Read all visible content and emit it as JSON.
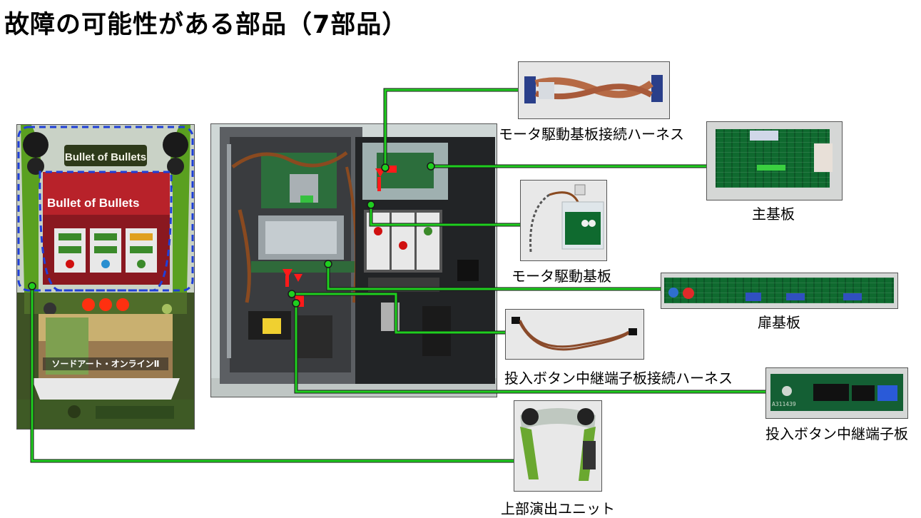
{
  "page": {
    "title": "故障の可能性がある部品（7部品）"
  },
  "machine": {
    "logo_text": "Bullet of Bullets",
    "screen_text": "Bullet of Bullets",
    "panel_text": "ソードアート・オンラインⅡ"
  },
  "parts": [
    {
      "id": "motor-harness",
      "label": "モータ駆動基板接続ハーネス",
      "icon": "harness-photo"
    },
    {
      "id": "main-board",
      "label": "主基板",
      "icon": "circuit-board-photo"
    },
    {
      "id": "motor-board",
      "label": "モータ駆動基板",
      "icon": "circuit-board-photo"
    },
    {
      "id": "door-board",
      "label": "扉基板",
      "icon": "circuit-board-photo"
    },
    {
      "id": "button-harness",
      "label": "投入ボタン中継端子板接続ハーネス",
      "icon": "harness-photo"
    },
    {
      "id": "button-terminal-board",
      "label": "投入ボタン中継端子板",
      "icon": "circuit-board-photo",
      "silk_text": "A311439"
    },
    {
      "id": "top-effect-unit",
      "label": "上部演出ユニット",
      "icon": "unit-photo"
    }
  ],
  "colors": {
    "connector": "#1fcf1f",
    "highlight": "#1f3fd8",
    "marker": "#ff1a1a"
  }
}
